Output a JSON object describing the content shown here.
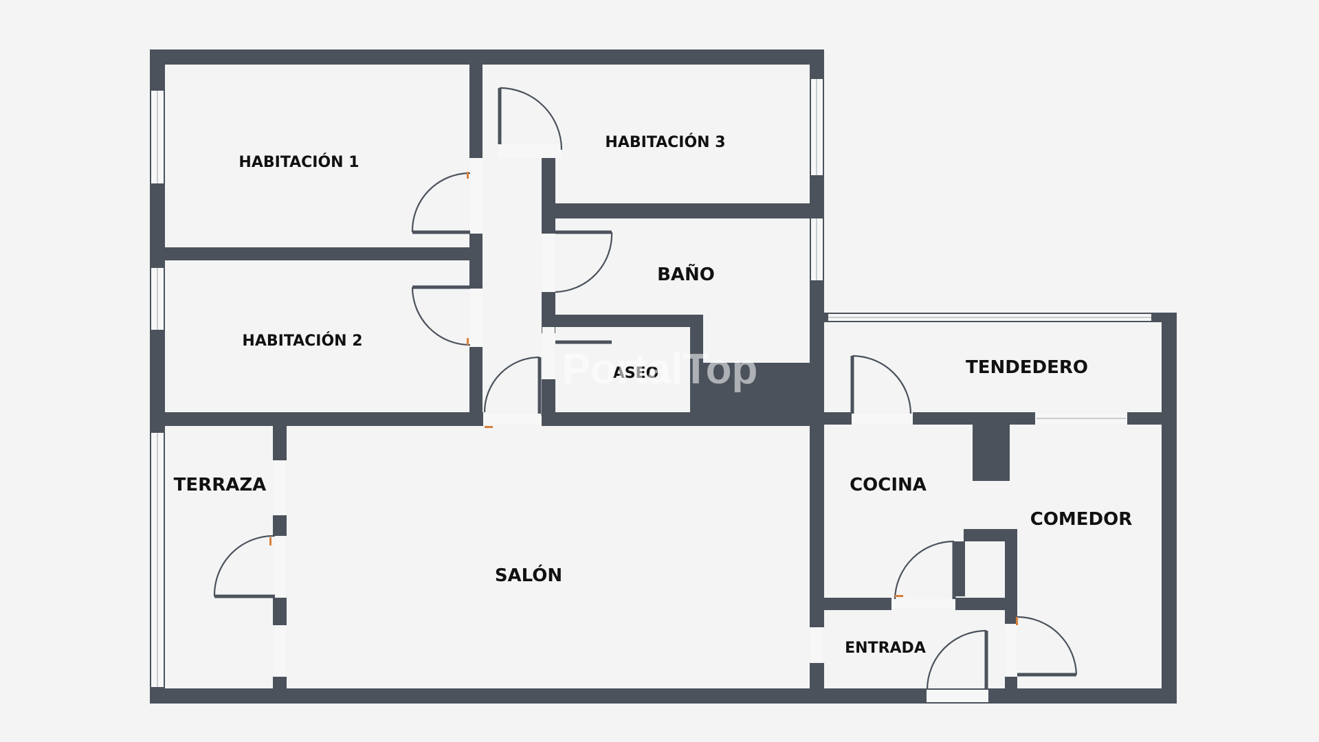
{
  "watermark": "PortalTop",
  "rooms": [
    {
      "id": "habitacion-1",
      "label": "HABITACIÓN 1"
    },
    {
      "id": "habitacion-2",
      "label": "HABITACIÓN 2"
    },
    {
      "id": "habitacion-3",
      "label": "HABITACIÓN 3"
    },
    {
      "id": "bano",
      "label": "BAÑO"
    },
    {
      "id": "aseo",
      "label": "ASEO"
    },
    {
      "id": "tendedero",
      "label": "TENDEDERO"
    },
    {
      "id": "terraza",
      "label": "TERRAZA"
    },
    {
      "id": "salon",
      "label": "SALÓN"
    },
    {
      "id": "cocina",
      "label": "COCINA"
    },
    {
      "id": "comedor",
      "label": "COMEDOR"
    },
    {
      "id": "entrada",
      "label": "ENTRADA"
    }
  ],
  "colors": {
    "wall": "#4b525c",
    "background": "#f4f4f4",
    "label": "#111111",
    "door_frame_accent": "#d9803a"
  }
}
